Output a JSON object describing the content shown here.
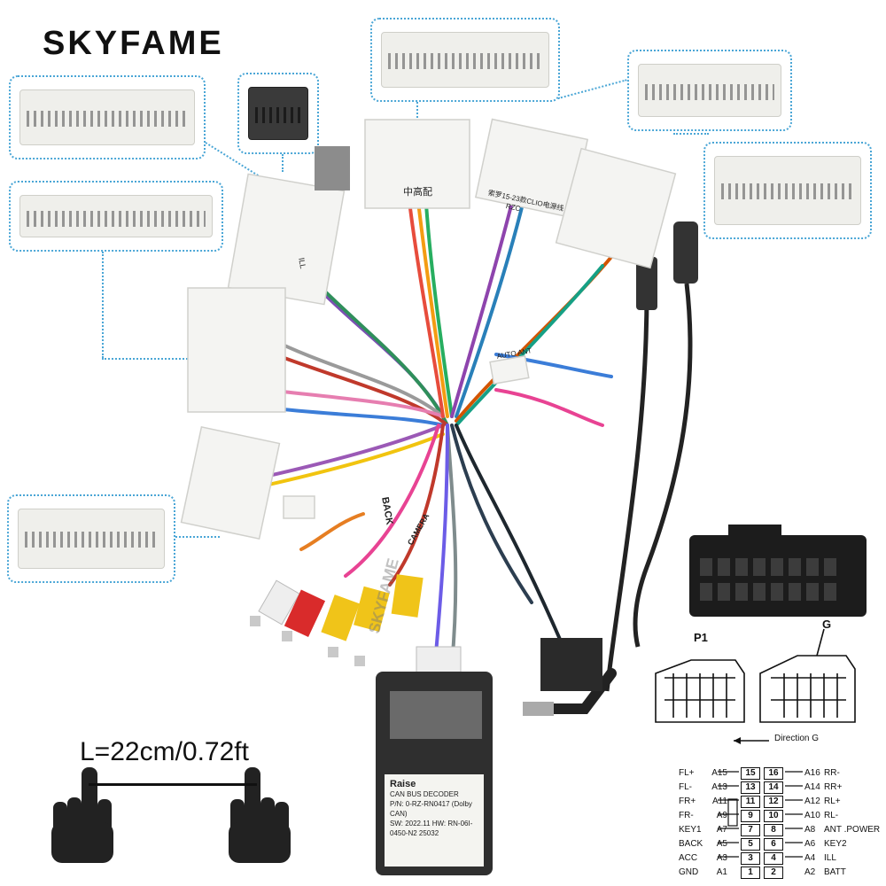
{
  "brand": "SKYFAME",
  "length_label": "L=22cm/0.72ft",
  "labels": {
    "zh_high": "中高配",
    "cliq": "索罗15-23款CLIO电源线",
    "rzc": "RZC",
    "ill": "ILL",
    "back": "BACK",
    "camera": "CAMERA",
    "auto_ant": "AUTO ANT",
    "watermark": "SKYFAME"
  },
  "decoder": {
    "brand": "Raise",
    "name": "CAN BUS DECODER",
    "pn": "P/N: 0-RZ-RN0417 (Dolby CAN)",
    "sw": "SW: 2022.11  HW: RN-06I-0450-N2  25032"
  },
  "diagram": {
    "p1_label": "P1",
    "g_label": "G",
    "direction": "Direction G"
  },
  "pinout": {
    "left": [
      {
        "name": "FL+",
        "pin": "A15",
        "num": "15"
      },
      {
        "name": "FL-",
        "pin": "A13",
        "num": "13"
      },
      {
        "name": "FR+",
        "pin": "A11",
        "num": "11"
      },
      {
        "name": "FR-",
        "pin": "A9",
        "num": "9"
      },
      {
        "name": "KEY1",
        "pin": "A7",
        "num": "7"
      },
      {
        "name": "BACK",
        "pin": "A5",
        "num": "5"
      },
      {
        "name": "ACC",
        "pin": "A3",
        "num": "3"
      },
      {
        "name": "GND",
        "pin": "A1",
        "num": "1"
      }
    ],
    "right": [
      {
        "name": "RR-",
        "pin": "A16",
        "num": "16"
      },
      {
        "name": "RR+",
        "pin": "A14",
        "num": "14"
      },
      {
        "name": "RL+",
        "pin": "A12",
        "num": "12"
      },
      {
        "name": "RL-",
        "pin": "A10",
        "num": "10"
      },
      {
        "name": "ANT .POWER",
        "pin": "A8",
        "num": "8"
      },
      {
        "name": "KEY2",
        "pin": "A6",
        "num": "6"
      },
      {
        "name": "ILL",
        "pin": "A4",
        "num": "4"
      },
      {
        "name": "BATT",
        "pin": "A2",
        "num": "2"
      }
    ]
  }
}
